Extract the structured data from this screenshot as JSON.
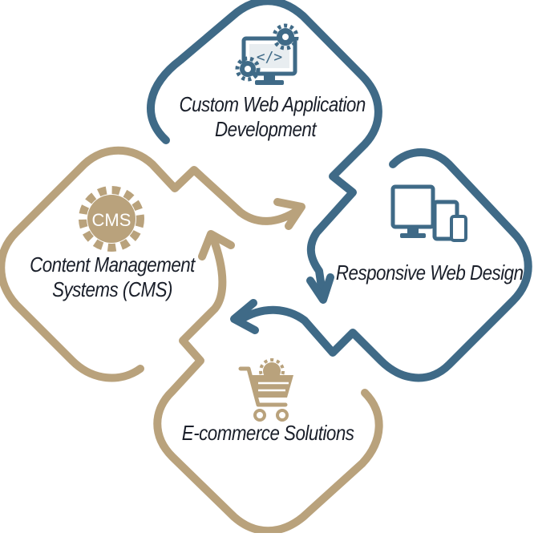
{
  "colors": {
    "blue": "#3f6a87",
    "gold": "#b9a27c"
  },
  "items": [
    {
      "name": "custom-web-app",
      "lines": [
        "Custom Web Application",
        "Development"
      ],
      "icon": "monitor-code-gears-icon",
      "color": "blue"
    },
    {
      "name": "responsive-web-design",
      "lines": [
        "Responsive Web Design"
      ],
      "icon": "devices-icon",
      "color": "blue"
    },
    {
      "name": "cms",
      "lines": [
        "Content Management",
        "Systems (CMS)"
      ],
      "icon": "cms-gear-icon",
      "color": "gold",
      "badge": "CMS"
    },
    {
      "name": "ecommerce",
      "lines": [
        "E-commerce Solutions"
      ],
      "icon": "shopping-cart-gear-icon",
      "color": "gold"
    }
  ]
}
